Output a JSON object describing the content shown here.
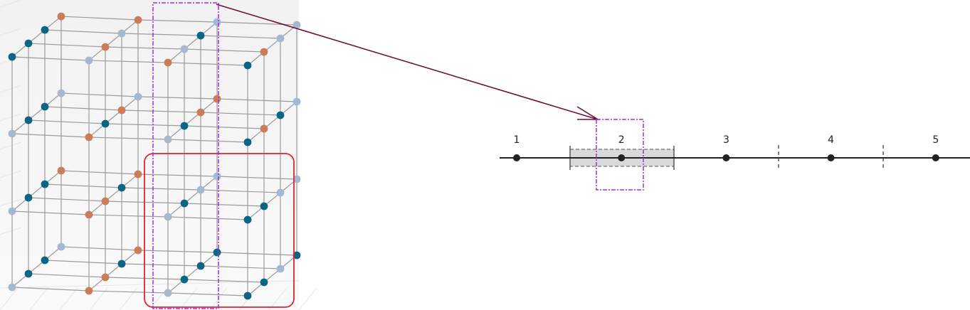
{
  "colors": {
    "node_light": "#a4b8cf",
    "node_orange": "#cb7c59",
    "node_teal": "#0b6585",
    "grid_line": "#9c9c9c",
    "frame_red": "#e0242a",
    "frame_purple": "#a32ed6",
    "arrow": "#6e0f3b",
    "line_point": "#222222",
    "selection_fill": "#d9d9d9"
  },
  "line_diagram": {
    "points": [
      {
        "label": "1"
      },
      {
        "label": "2"
      },
      {
        "label": "3"
      },
      {
        "label": "4"
      },
      {
        "label": "5"
      }
    ]
  }
}
